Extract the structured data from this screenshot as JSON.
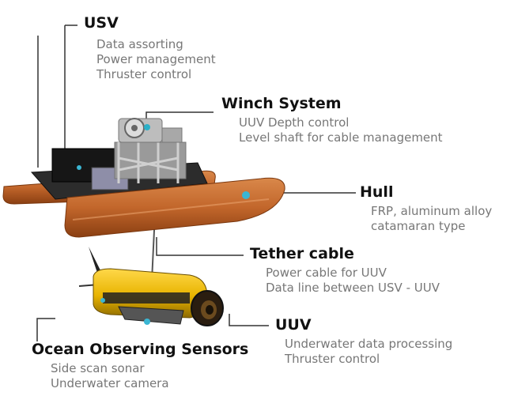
{
  "usv": {
    "title": "USV",
    "lines": [
      "Data assorting",
      "Power management",
      "Thruster control"
    ]
  },
  "winch": {
    "title": "Winch System",
    "lines": [
      "UUV Depth control",
      "Level shaft for cable management"
    ]
  },
  "hull": {
    "title": "Hull",
    "lines": [
      "FRP, aluminum alloy",
      "catamaran type"
    ]
  },
  "tether": {
    "title": "Tether cable",
    "lines": [
      "Power cable for UUV",
      "Data line between USV - UUV"
    ]
  },
  "uuv": {
    "title": "UUV",
    "lines": [
      "Underwater data processing",
      "Thruster control"
    ]
  },
  "sensors": {
    "title": "Ocean Observing Sensors",
    "lines": [
      "Side scan sonar",
      "Underwater camera"
    ]
  },
  "colors": {
    "hull": "#c2662b",
    "hull_dark": "#8a3f12",
    "uuv_body": "#e8b400",
    "leader": "#333333",
    "description_text": "#777777"
  }
}
